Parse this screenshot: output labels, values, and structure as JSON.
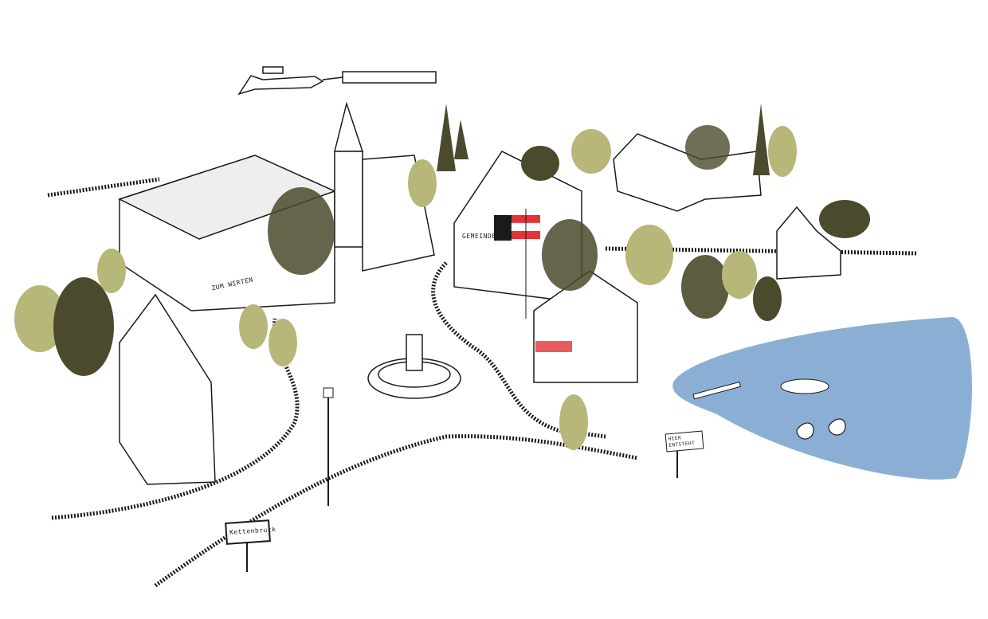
{
  "signs": {
    "inn": "ZUM WIRTEN",
    "town_hall": "GEMEINDE",
    "town_sign": "Kettenbruck",
    "construction": "HIER ENTSTEHT"
  },
  "colors": {
    "ink": "#1a1a1a",
    "olive_dark": "#4b4a2c",
    "olive_light": "#b7b77a",
    "lake": "#7ea6cf",
    "flag_red": "#e4323a"
  }
}
